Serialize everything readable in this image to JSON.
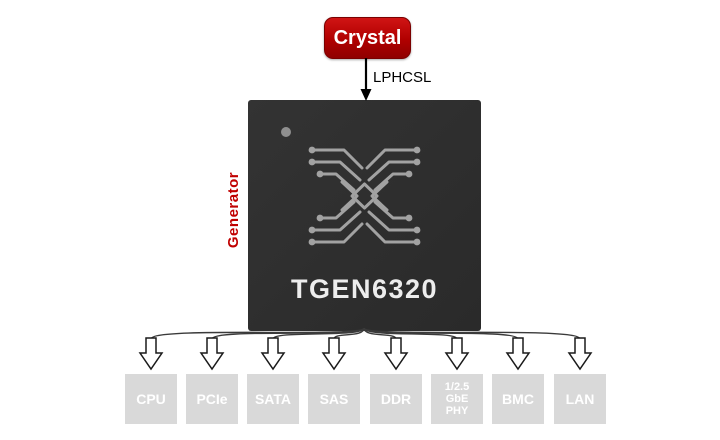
{
  "colors": {
    "accent_red": "#c00000",
    "chip_background": "#2e2e2e",
    "output_box_background": "#d9d9d9",
    "output_box_text": "#ffffff"
  },
  "crystal": {
    "label": "Crystal"
  },
  "clock_input": {
    "label": "LPHCSL"
  },
  "generator": {
    "label": "Generator"
  },
  "chip": {
    "part_number": "TGEN6320"
  },
  "outputs": [
    {
      "label": "CPU"
    },
    {
      "label": "PCIe"
    },
    {
      "label": "SATA"
    },
    {
      "label": "SAS"
    },
    {
      "label": "DDR"
    },
    {
      "label": "1/2.5\nGbE\nPHY"
    },
    {
      "label": "BMC"
    },
    {
      "label": "LAN"
    }
  ]
}
